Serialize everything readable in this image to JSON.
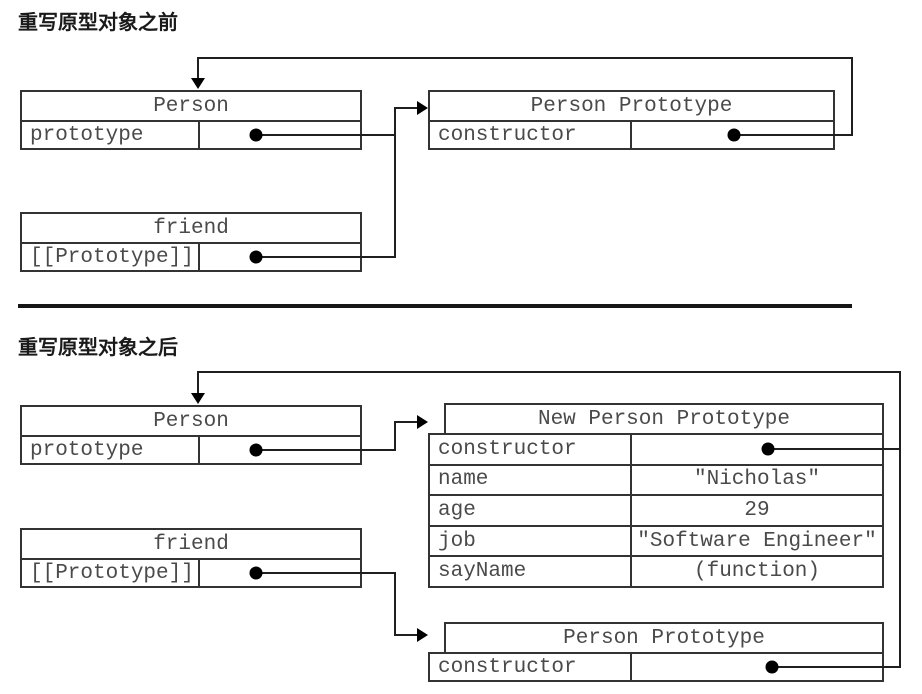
{
  "colors": {
    "background": "#ffffff",
    "box_border": "#333333",
    "connector_line": "#1f1f1f",
    "pointer_marker": "#000000",
    "mono_text": "#4a4a4a",
    "title_text": "#1a1a1a"
  },
  "before": {
    "title": "重写原型对象之前",
    "person": {
      "title": "Person",
      "rows": [
        {
          "key": "prototype",
          "value": ""
        }
      ]
    },
    "person_prototype": {
      "title": "Person Prototype",
      "rows": [
        {
          "key": "constructor",
          "value": ""
        }
      ]
    },
    "friend": {
      "title": "friend",
      "rows": [
        {
          "key": "[[Prototype]]",
          "value": ""
        }
      ]
    }
  },
  "after": {
    "title": "重写原型对象之后",
    "person": {
      "title": "Person",
      "rows": [
        {
          "key": "prototype",
          "value": ""
        }
      ]
    },
    "new_person_prototype": {
      "title": "New Person Prototype",
      "rows": [
        {
          "key": "constructor",
          "value": ""
        },
        {
          "key": "name",
          "value": "\"Nicholas\""
        },
        {
          "key": "age",
          "value": "29"
        },
        {
          "key": "job",
          "value": "\"Software Engineer\""
        },
        {
          "key": "sayName",
          "value": "(function)"
        }
      ]
    },
    "friend": {
      "title": "friend",
      "rows": [
        {
          "key": "[[Prototype]]",
          "value": ""
        }
      ]
    },
    "person_prototype": {
      "title": "Person Prototype",
      "rows": [
        {
          "key": "constructor",
          "value": ""
        }
      ]
    }
  }
}
